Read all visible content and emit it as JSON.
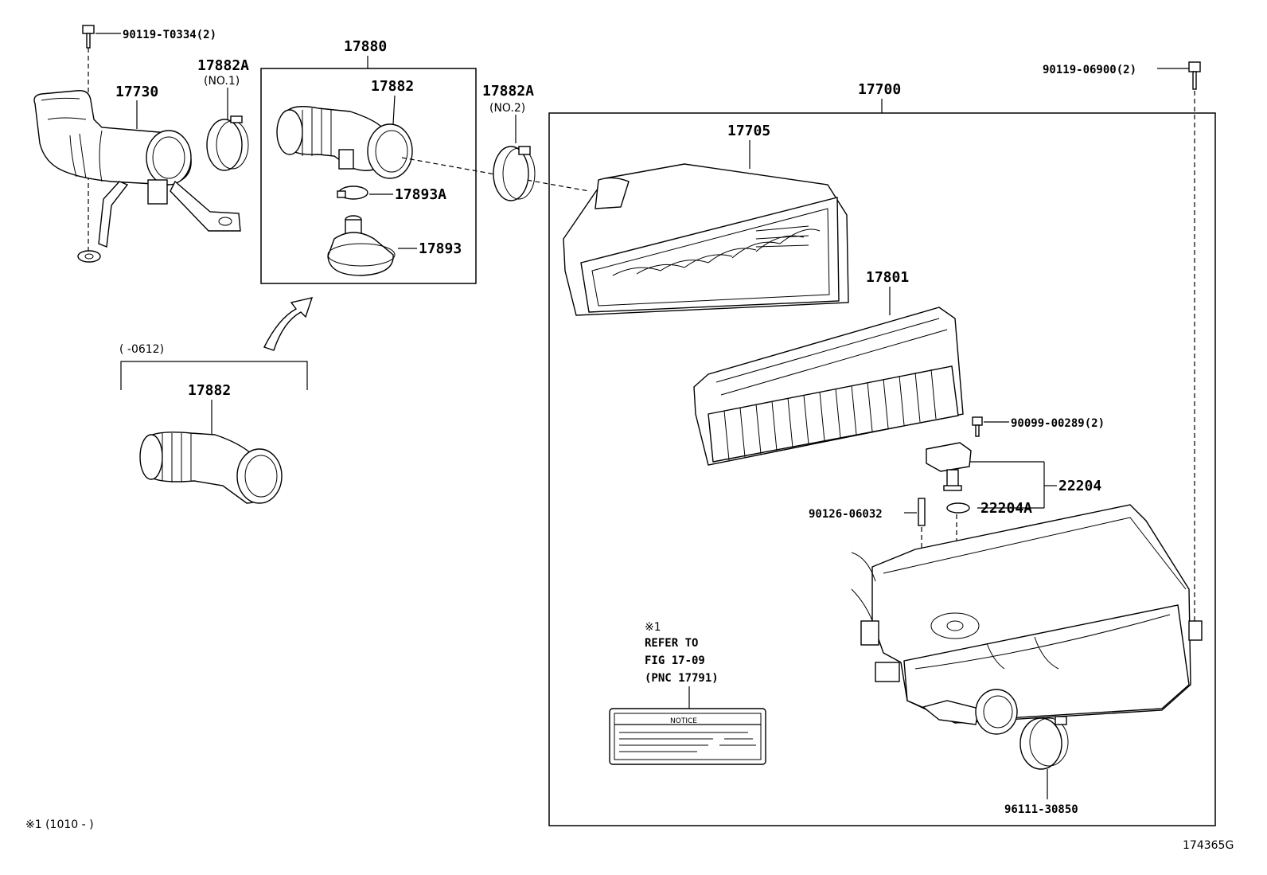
{
  "labels": {
    "bolt_t0334": "90119-T0334(2)",
    "hose_17730": "17730",
    "clamp_no1_pn": "17882A",
    "clamp_no1_sub": "(NO.1)",
    "group_17880": "17880",
    "hose_17882": "17882",
    "clamp_17893a": "17893A",
    "resonator_17893": "17893",
    "clamp_no2_pn": "17882A",
    "clamp_no2_sub": "(NO.2)",
    "assy_17700": "17700",
    "bolt_06900": "90119-06900(2)",
    "cap_17705": "17705",
    "element_17801": "17801",
    "screw_00289": "90099-00289(2)",
    "sensor_22204": "22204",
    "oring_22204a": "22204A",
    "stud_06032": "90126-06032",
    "old_range": "(      -0612)",
    "old_hose_17882": "17882",
    "clamp_30850": "96111-30850",
    "note_mark": "※1",
    "note_line1": "REFER TO",
    "note_line2": "FIG 17-09",
    "note_line3": "(PNC 17791)",
    "notice_title": "NOTICE",
    "footnote": "※1 (1010 -       )",
    "figure_id": "174365G"
  }
}
